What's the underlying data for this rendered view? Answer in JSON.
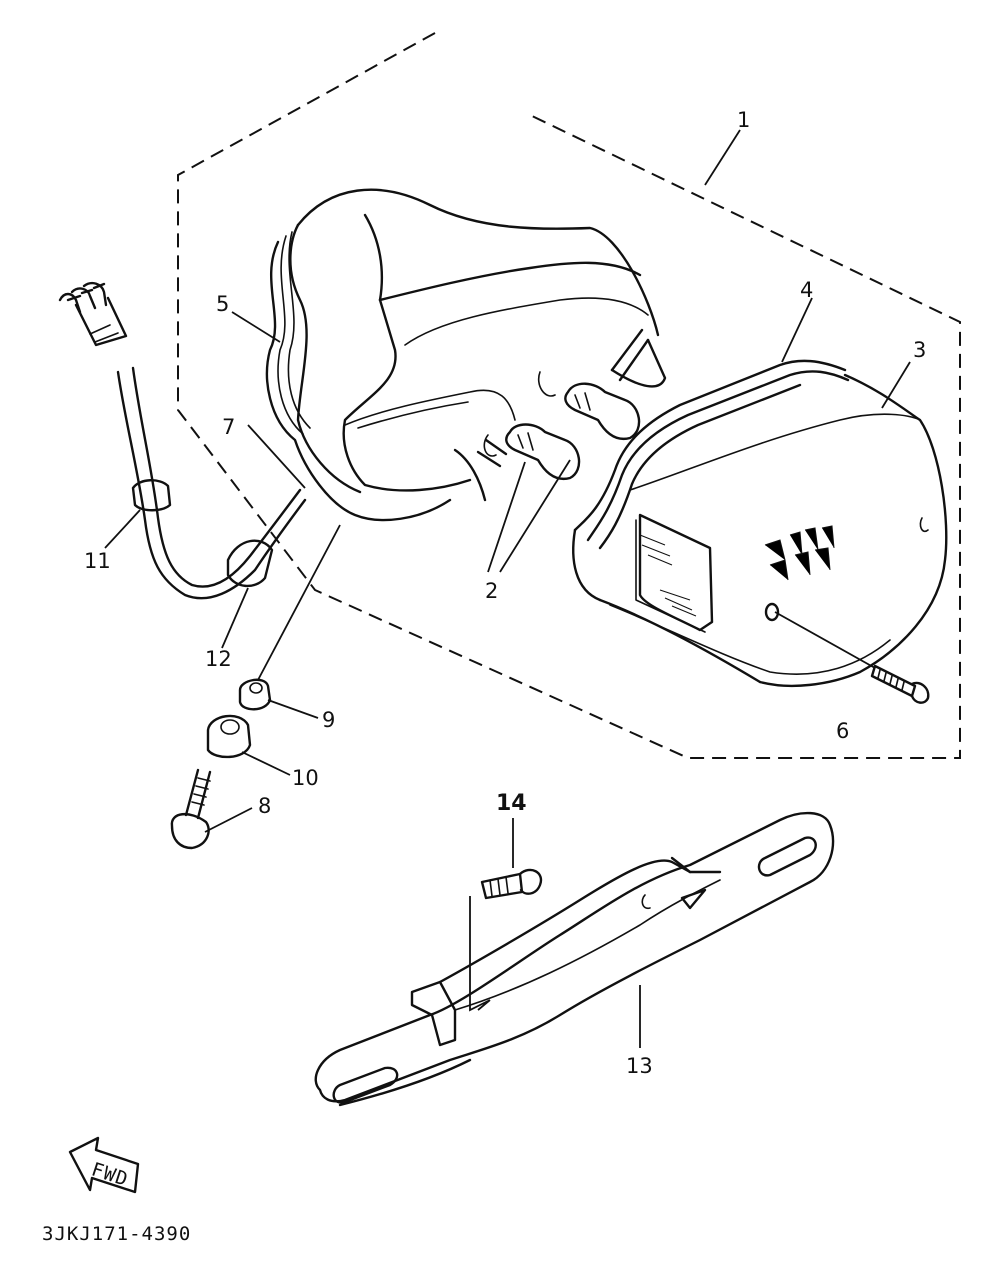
{
  "diagram": {
    "drawing_code": "3JKJ171-4390",
    "direction_label": "FWD",
    "callouts": [
      {
        "id": "c1",
        "text": "1"
      },
      {
        "id": "c2",
        "text": "2"
      },
      {
        "id": "c3",
        "text": "3"
      },
      {
        "id": "c4",
        "text": "4"
      },
      {
        "id": "c5",
        "text": "5"
      },
      {
        "id": "c6",
        "text": "6"
      },
      {
        "id": "c7",
        "text": "7"
      },
      {
        "id": "c8",
        "text": "8"
      },
      {
        "id": "c9",
        "text": "9"
      },
      {
        "id": "c10",
        "text": "10"
      },
      {
        "id": "c11",
        "text": "11"
      },
      {
        "id": "c12",
        "text": "12"
      },
      {
        "id": "c13",
        "text": "13"
      },
      {
        "id": "c14",
        "text": "14"
      }
    ]
  }
}
